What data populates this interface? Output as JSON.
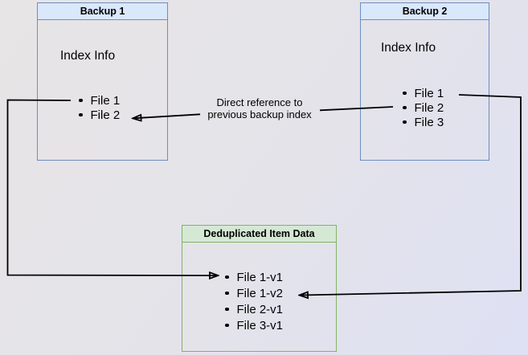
{
  "backup1": {
    "title": "Backup 1",
    "index_label": "Index Info",
    "files": [
      "File 1",
      "File 2"
    ]
  },
  "backup2": {
    "title": "Backup 2",
    "index_label": "Index Info",
    "files": [
      "File 1",
      "File 2",
      "File 3"
    ]
  },
  "dedup": {
    "title": "Deduplicated Item Data",
    "items": [
      "File 1-v1",
      "File 1-v2",
      "File 2-v1",
      "File 3-v1"
    ]
  },
  "connector": {
    "label_line1": "Direct reference to",
    "label_line2": "previous backup index"
  },
  "colors": {
    "blue_header_fill": "#dae8fc",
    "blue_border": "#6c8ebf",
    "green_header_fill": "#d5e8d4",
    "green_border": "#82b366",
    "line": "#000000"
  }
}
